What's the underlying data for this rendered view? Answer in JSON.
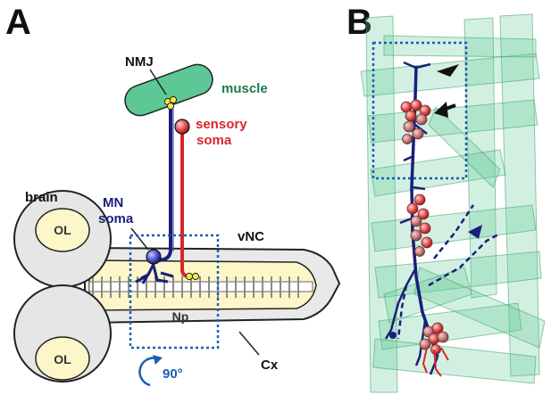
{
  "panels": {
    "a": {
      "letter": "A"
    },
    "b": {
      "letter": "B"
    }
  },
  "labels": {
    "nmj": "NMJ",
    "muscle": "muscle",
    "sensory_soma_line1": "sensory",
    "sensory_soma_line2": "soma",
    "brain": "brain",
    "mn_soma_line1": "MN",
    "mn_soma_line2": "soma",
    "vnc": "vNC",
    "ol_top": "OL",
    "ol_bottom": "OL",
    "np": "Np",
    "cx": "Cx",
    "rotation": "90°"
  },
  "colors": {
    "muscle": "#5dc895",
    "sensory": "#d8262b",
    "motor": "#1a1f7a",
    "boxes": "#1a5fb4",
    "neuropil": "#fdf6c8",
    "brain": "#e6e6e6"
  }
}
